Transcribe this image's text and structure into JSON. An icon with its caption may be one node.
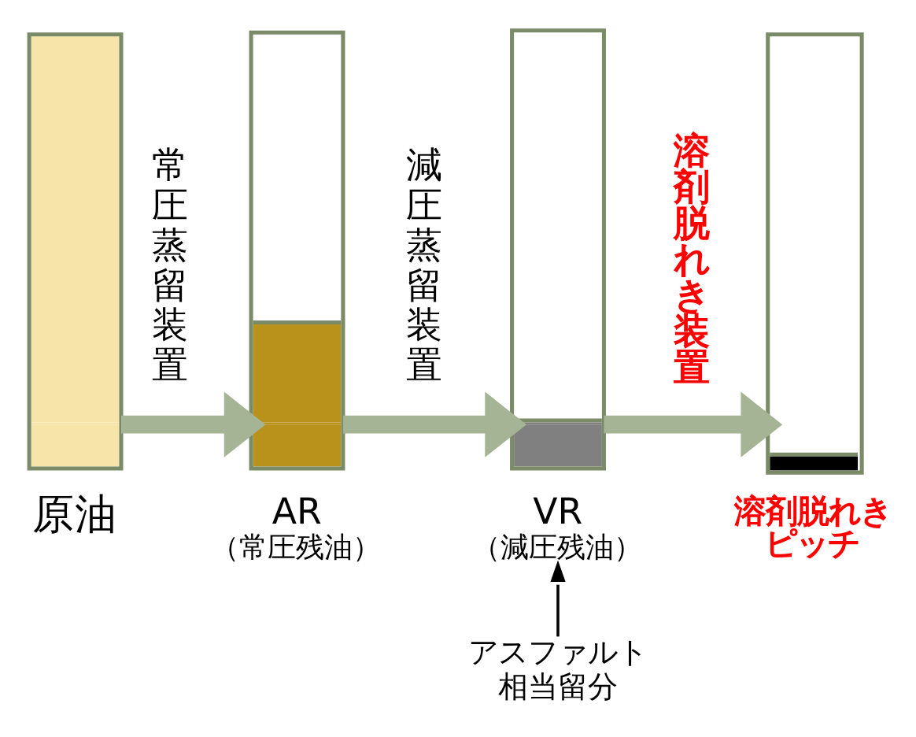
{
  "diagram": {
    "nodes": [
      {
        "text": [
          "原油"
        ]
      },
      {
        "text": [
          "AR",
          "（常圧残油）"
        ]
      },
      {
        "text": [
          "VR",
          "（減圧残油）"
        ]
      },
      {
        "text": [
          "溶剤脱れきピッチ"
        ]
      },
      {
        "text": [
          "アスファルト相当留分"
        ]
      }
    ],
    "edges": [
      {
        "from": 0,
        "to": 1,
        "arrow": "to",
        "label": "常圧蒸留装置"
      },
      {
        "from": 1,
        "to": 2,
        "arrow": "to",
        "label": "減圧蒸留装置"
      },
      {
        "from": 2,
        "to": 3,
        "arrow": "to",
        "label": "溶剤脱れき装置"
      },
      {
        "from": 4,
        "to": 2,
        "arrow": "to",
        "color": "#000000"
      }
    ]
  }
}
